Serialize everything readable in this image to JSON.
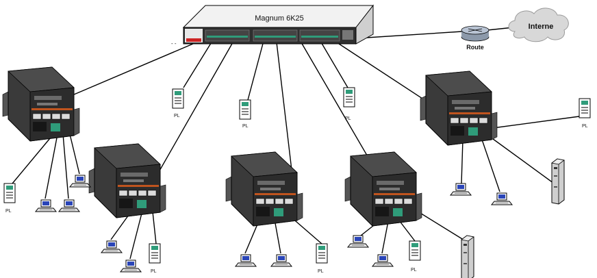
{
  "switch": {
    "label": "Magnum 6K25"
  },
  "router": {
    "label": "Route"
  },
  "cloud": {
    "label": "Interne"
  },
  "printer_label": "PL",
  "colors": {
    "switch_body": "#f2f2f2",
    "switch_front": "#2f2f2f",
    "port_accent": "#2f9c7a",
    "ru_body": "#3a3a3a",
    "ru_orange": "#c0541e",
    "cloud": "#d8d8d8",
    "router": "#b9c4d4",
    "line": "#000000"
  }
}
